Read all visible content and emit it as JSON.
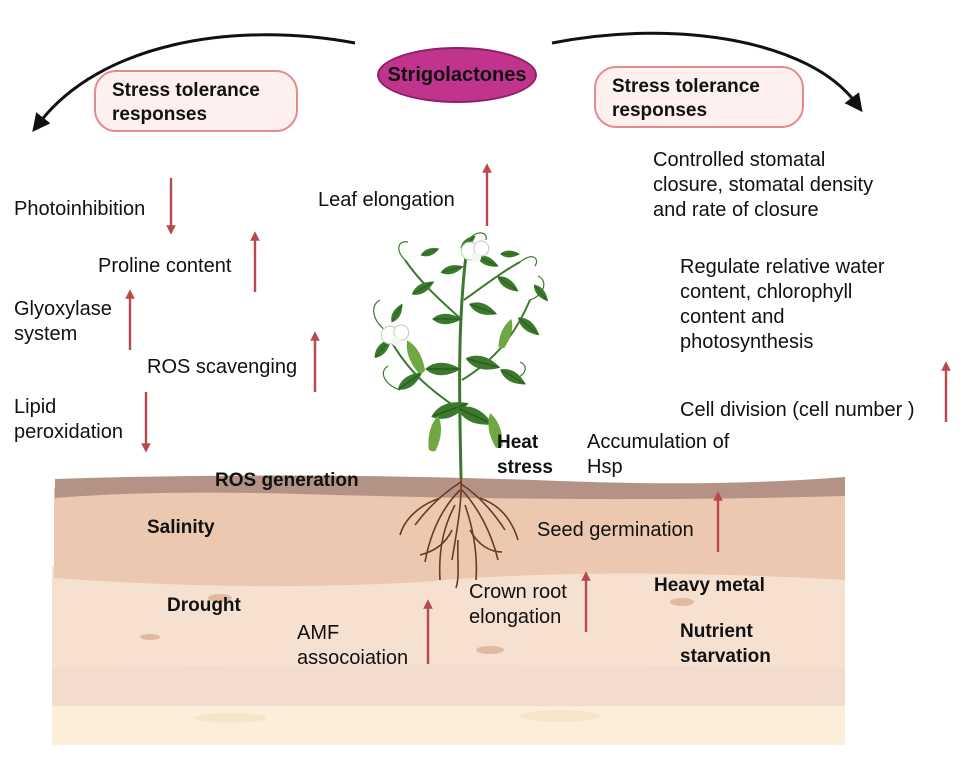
{
  "colors": {
    "strigolactones_fill": "#c0348e",
    "pill_border": "#e48a8c",
    "pill_fill": "#fdf0ee",
    "arrow": "#b84a4e",
    "soil_top": "#b59286",
    "soil_mid": "#ecc8b1",
    "soil_deep": "#f6e0d0",
    "plant_leaf": "#3b7a2d",
    "root": "#6b3a1f"
  },
  "center": {
    "label": "Strigolactones"
  },
  "left_pill": {
    "line1": "Stress tolerance",
    "line2": "responses"
  },
  "right_pill": {
    "line1": "Stress tolerance",
    "line2": "responses"
  },
  "left_effects": {
    "photoinhibition": "Photoinhibition",
    "proline": "Proline content",
    "glyoxylase_1": "Glyoxylase",
    "glyoxylase_2": "system",
    "ros_scavenging": "ROS scavenging",
    "lipid_1": "Lipid",
    "lipid_2": "peroxidation",
    "leaf_elongation": "Leaf elongation"
  },
  "right_effects": {
    "stomatal_1": "Controlled stomatal",
    "stomatal_2": "closure, stomatal density",
    "stomatal_3": "and rate of closure",
    "water_1": "Regulate relative water",
    "water_2": "content, chlorophyll",
    "water_3": "content and",
    "water_4": "photosynthesis",
    "cell_division": "Cell division (cell number )",
    "hsp_1": "Accumulation of",
    "hsp_2": "Hsp"
  },
  "stresses": {
    "heat_1": "Heat",
    "heat_2": "stress",
    "ros_generation": "ROS generation",
    "salinity": "Salinity",
    "drought": "Drought",
    "heavy_metal": "Heavy metal",
    "nutrient_1": "Nutrient",
    "nutrient_2": "starvation"
  },
  "soil_effects": {
    "seed_germination": "Seed germination",
    "crown_1": "Crown root",
    "crown_2": "elongation",
    "amf_1": "AMF",
    "amf_2": "assocoiation"
  }
}
